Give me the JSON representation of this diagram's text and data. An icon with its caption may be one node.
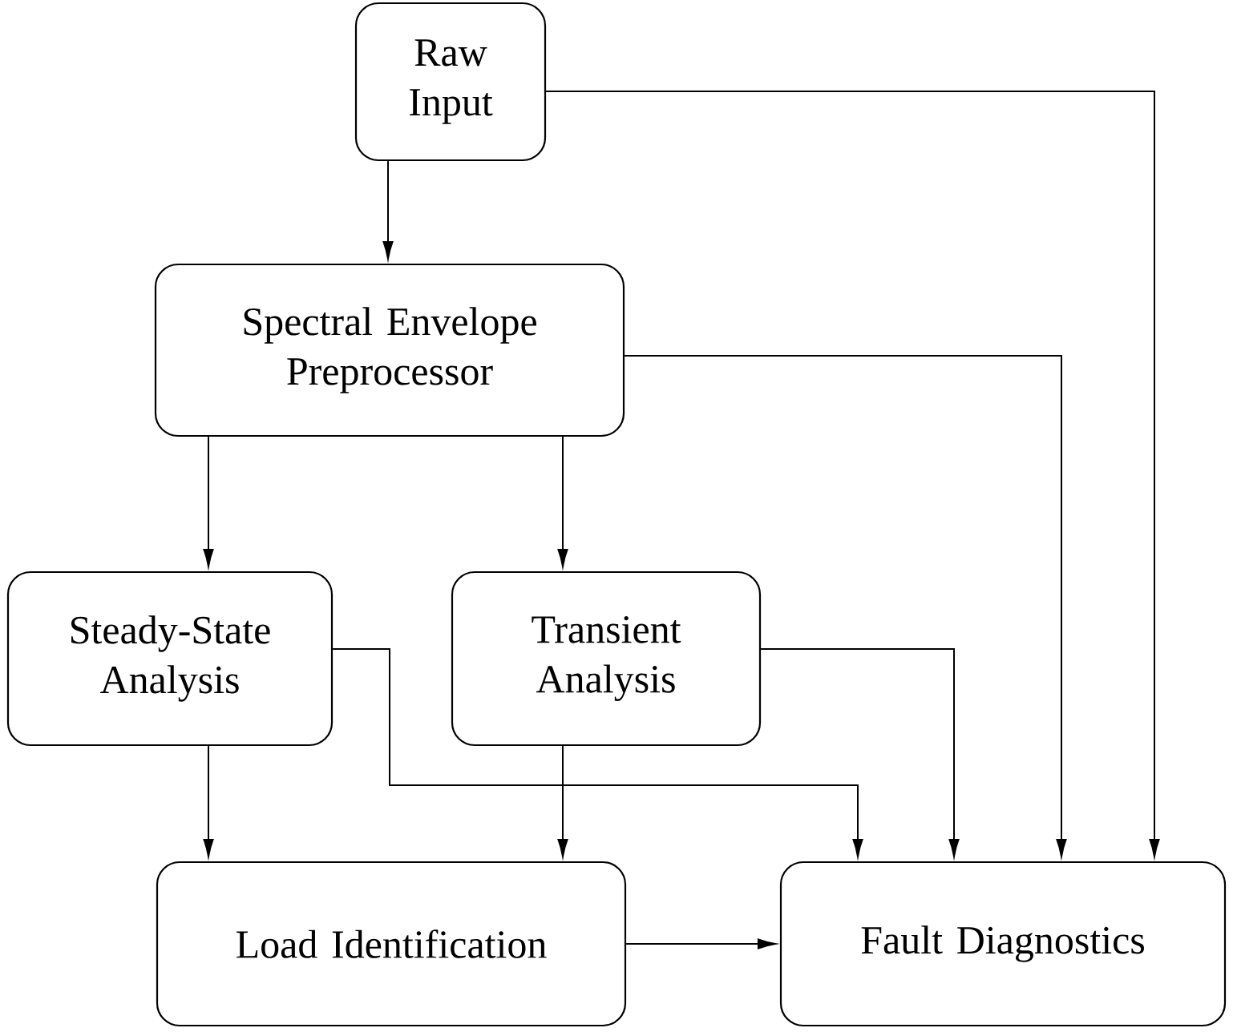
{
  "diagram": {
    "nodes": [
      {
        "text": [
          "Raw Input"
        ]
      },
      {
        "text": [
          "Spectral Envelope Preprocessor"
        ]
      },
      {
        "text": [
          "Steady-State Analysis"
        ]
      },
      {
        "text": [
          "Transient Analysis"
        ]
      },
      {
        "text": [
          "Load Identification"
        ]
      },
      {
        "text": [
          "Fault Diagnostics"
        ]
      }
    ],
    "edges": [
      {
        "from": 0,
        "to": 1,
        "arrow": "to"
      },
      {
        "from": 0,
        "to": 5,
        "arrow": "to"
      },
      {
        "from": 1,
        "to": 2,
        "arrow": "to"
      },
      {
        "from": 1,
        "to": 3,
        "arrow": "to"
      },
      {
        "from": 1,
        "to": 5,
        "arrow": "to"
      },
      {
        "from": 2,
        "to": 4,
        "arrow": "to"
      },
      {
        "from": 2,
        "to": 5,
        "arrow": "to"
      },
      {
        "from": 3,
        "to": 4,
        "arrow": "to"
      },
      {
        "from": 3,
        "to": 5,
        "arrow": "to"
      },
      {
        "from": 4,
        "to": 5,
        "arrow": "to"
      }
    ]
  }
}
